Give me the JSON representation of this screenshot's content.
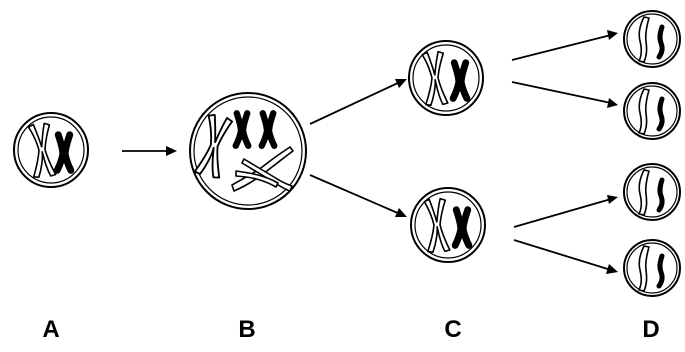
{
  "stages": [
    {
      "id": "A",
      "label": "A"
    },
    {
      "id": "B",
      "label": "B"
    },
    {
      "id": "C",
      "label": "C"
    },
    {
      "id": "D",
      "label": "D"
    }
  ],
  "colors": {
    "stroke": "#000000",
    "background": "#ffffff"
  }
}
